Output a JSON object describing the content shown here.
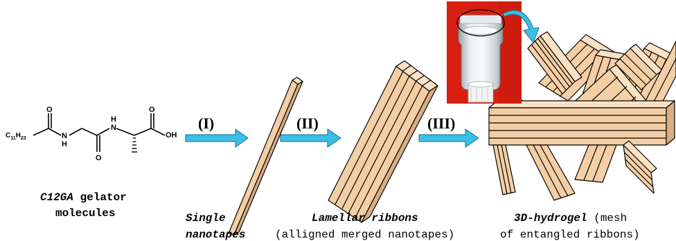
{
  "molecule": {
    "atoms": {
      "o1": "O",
      "o2": "O",
      "o3": "O",
      "n1": "N",
      "n2": "N",
      "oh": "OH",
      "h1": "H",
      "h2": "H",
      "c11": "C",
      "c11_sub": "11",
      "h23": "H",
      "h23_sub": "23"
    },
    "caption_line1_name": "C12GA",
    "caption_line1_rest": " gelator",
    "caption_line2": "molecules"
  },
  "steps": [
    {
      "label": "(I)"
    },
    {
      "label": "(II)"
    },
    {
      "label": "(III)"
    }
  ],
  "stages": {
    "single": {
      "line1": "Single",
      "line2": "nanotapes"
    },
    "lamellar": {
      "name": "Lamellar ribbons",
      "desc": "(alligned merged nanotapes)"
    },
    "hydrogel": {
      "name": "3D-hydrogel",
      "rest": " (mesh",
      "line2": "of entangled ribbons)"
    }
  },
  "colors": {
    "arrow": "#3bbfe6",
    "ribbon": "#f4cfa6",
    "photo_bg": "#d81f12",
    "outline": "#000000"
  }
}
